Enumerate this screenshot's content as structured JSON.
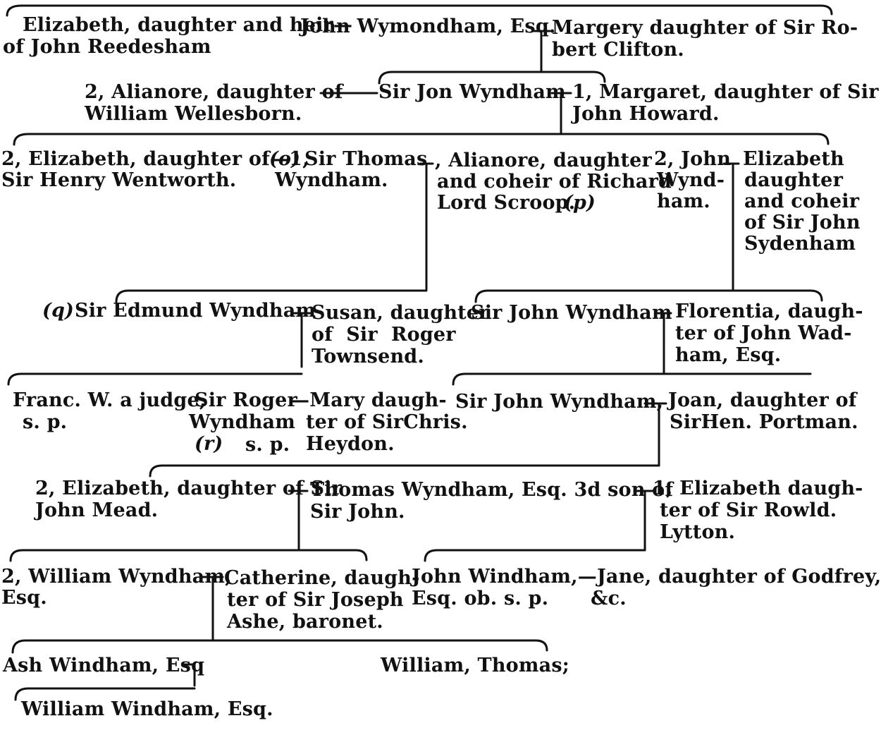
{
  "diagram": {
    "gen1": {
      "left_spouse": [
        "Elizabeth, daughter and heir—",
        "of John Reedesham"
      ],
      "head": "John Wymondham, Esq.",
      "right_spouse": [
        "Margery daughter of Sir Ro-",
        "bert Clifton."
      ]
    },
    "gen2": {
      "left_spouse": [
        "2, Alianore, daughter of",
        "William Wellesborn."
      ],
      "head": "Sir Jon Wyndham",
      "right_spouse": [
        "1, Margaret, daughter of Sir",
        "John Howard."
      ]
    },
    "gen3": {
      "left_spouse": [
        "2, Elizabeth, daughter of—1,",
        "Sir Henry Wentworth."
      ],
      "note_o": "(o)",
      "head": [
        "Sir Thomas",
        "Wyndham."
      ],
      "right_spouse": [
        ", Alianore, daughter",
        "and coheir of Richard",
        "Lord Scroop."
      ],
      "note_p": "(p)",
      "brother": [
        "2, John",
        "Wynd-",
        "ham."
      ],
      "brother_spouse": [
        "Elizabeth",
        "daughter",
        "and coheir",
        "of Sir John",
        "Sydenham"
      ]
    },
    "gen4": {
      "left_note": "(q)",
      "left_head": "Sir Edmund Wyndham",
      "left_spouse": [
        "Susan, daughter",
        "of  Sir  Roger",
        "Townsend."
      ],
      "right_head": "Sir John Wyndham",
      "right_spouse": [
        "Florentia, daugh-",
        "ter of John Wad-",
        "ham, Esq."
      ]
    },
    "gen5": {
      "franc": [
        "Franc. W. a judge,",
        "s. p."
      ],
      "roger": [
        "Sir Roger",
        "Wyndham",
        "s. p."
      ],
      "note_r": "(r)",
      "mary": [
        "—Mary daugh-",
        "ter of SirChris.",
        "Heydon."
      ],
      "right_head": "Sir John Wyndham,",
      "right_spouse": [
        "Joan, daughter of",
        "SirHen. Portman."
      ]
    },
    "gen6": {
      "left_spouse": [
        "2, Elizabeth, daughter of Sir",
        "John Mead."
      ],
      "head": [
        "Thomas Wyndham, Esq. 3d son of",
        "Sir John."
      ],
      "right_spouse": [
        "1, Elizabeth daugh-",
        "ter of Sir Rowld.",
        "Lytton."
      ]
    },
    "gen7": {
      "left_head": [
        "2, William Wyndham,",
        "Esq."
      ],
      "left_spouse": [
        "Catherine, daugh-",
        "ter of Sir Joseph",
        "Ashe, baronet."
      ],
      "right_head": [
        "John Windham,—Jane, daughter of Godfrey,",
        "Esq. ob. s. p."
      ],
      "right_etc": "&c."
    },
    "gen8": {
      "ash": "Ash Windham, Esq",
      "siblings": "William, Thomas;"
    },
    "gen9": {
      "william": "William Windham, Esq."
    }
  }
}
